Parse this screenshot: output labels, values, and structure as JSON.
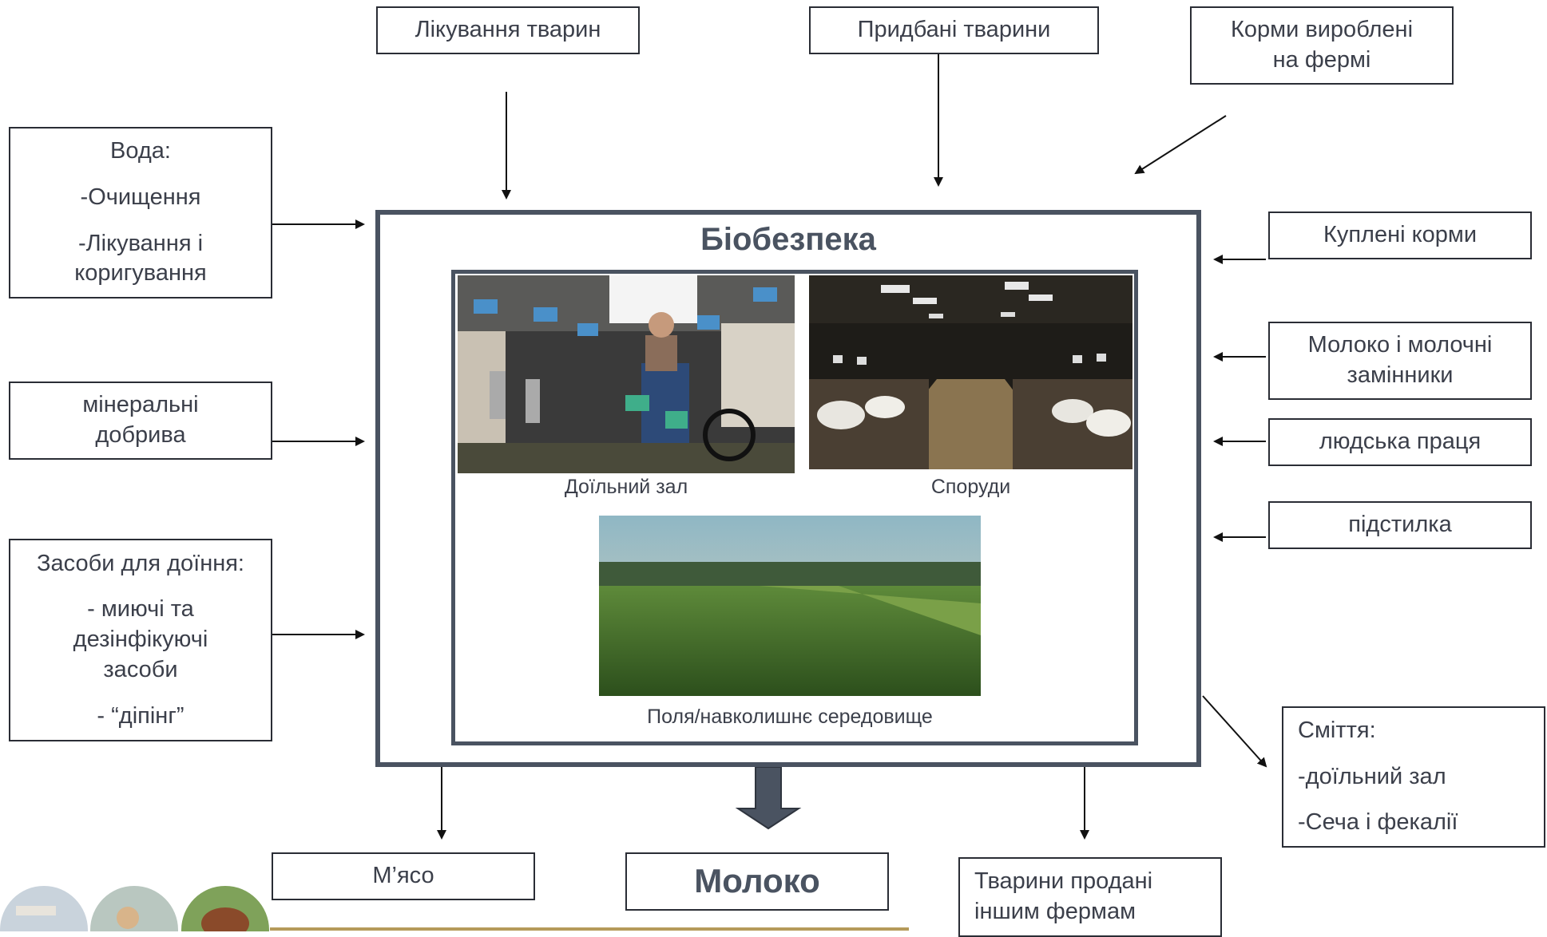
{
  "title": "Біобезпека",
  "inputs_left": {
    "water": {
      "heading": "Вода:",
      "line1": "-Очищення",
      "line2": "-Лікування і коригування"
    },
    "fertilizer": "мінеральні добрива",
    "milking": {
      "heading": "Засоби для доїння:",
      "line1": "- миючі та дезінфікуючі засоби",
      "line2": "- “діпінг”"
    }
  },
  "inputs_top": {
    "treatment": "Лікування тварин",
    "purchased_animals": "Придбані тварини",
    "farm_feed": "Корми вироблені на фермі"
  },
  "inputs_right": {
    "bought_feed": "Куплені корми",
    "milk_replacers": "Молоко і молочні замінники",
    "labor": "людська праця",
    "bedding": "підстилка"
  },
  "outputs": {
    "meat": "М’ясо",
    "milk": "Молоко",
    "sold_animals": "Тварини продані іншим фермам",
    "waste": {
      "heading": "Сміття:",
      "line1": "-доїльний зал",
      "line2": "-Сеча і фекалії"
    }
  },
  "photos": {
    "milking_parlor": "Доїльний зал",
    "buildings": "Споруди",
    "fields": "Поля/навколишнє середовище"
  },
  "colors": {
    "frame": "#4a5361",
    "box_border": "#2a2d35",
    "text": "#3b3f4a",
    "accent_line": "#b59a5a"
  }
}
